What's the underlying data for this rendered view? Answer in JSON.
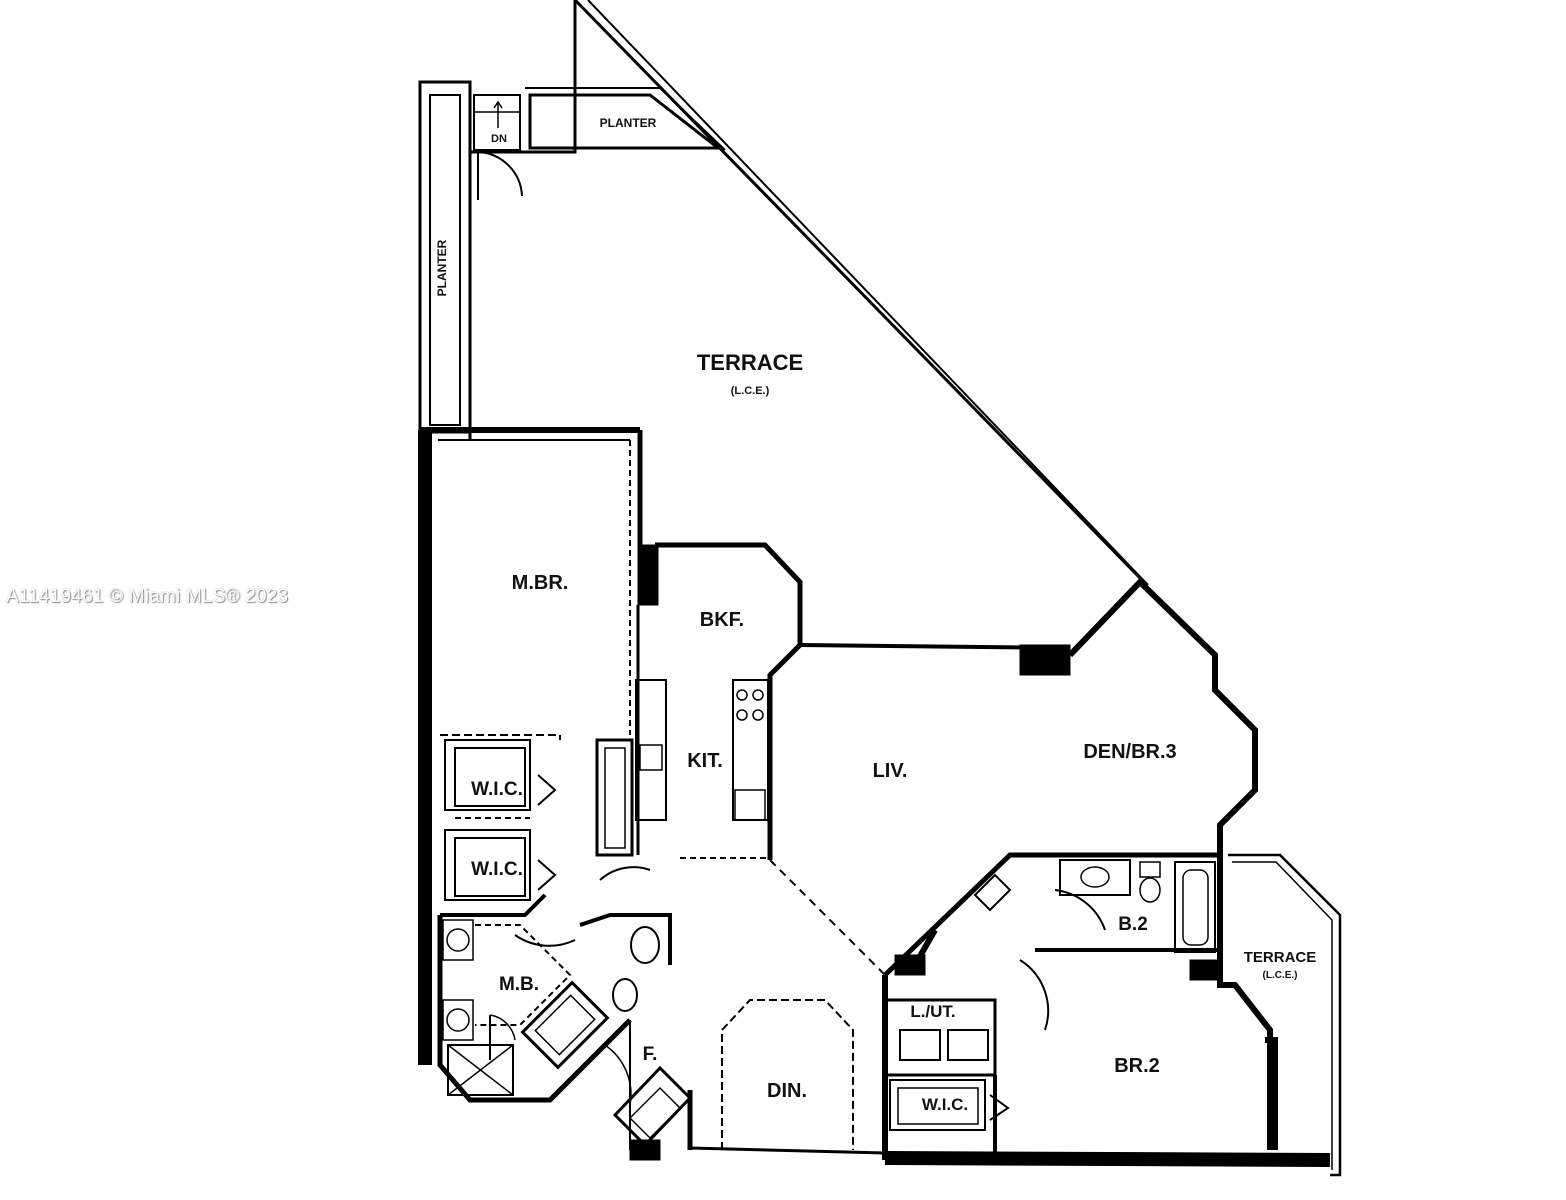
{
  "watermark": "A11419461 © Miami MLS® 2023",
  "labels": {
    "terrace_main": "TERRACE",
    "terrace_main_sub": "(L.C.E.)",
    "planter_top": "PLANTER",
    "planter_left": "PLANTER",
    "dn": "DN",
    "master_bedroom": "M.BR.",
    "breakfast": "BKF.",
    "kitchen": "KIT.",
    "living": "LIV.",
    "den": "DEN/BR.3",
    "wic_1": "W.I.C.",
    "wic_2": "W.I.C.",
    "master_bath": "M.B.",
    "foyer": "F.",
    "dining": "DIN.",
    "bath_2": "B.2",
    "laundry": "L./UT.",
    "wic_3": "W.I.C.",
    "bedroom_2": "BR.2",
    "terrace_small": "TERRACE",
    "terrace_small_sub": "(L.C.E.)"
  }
}
